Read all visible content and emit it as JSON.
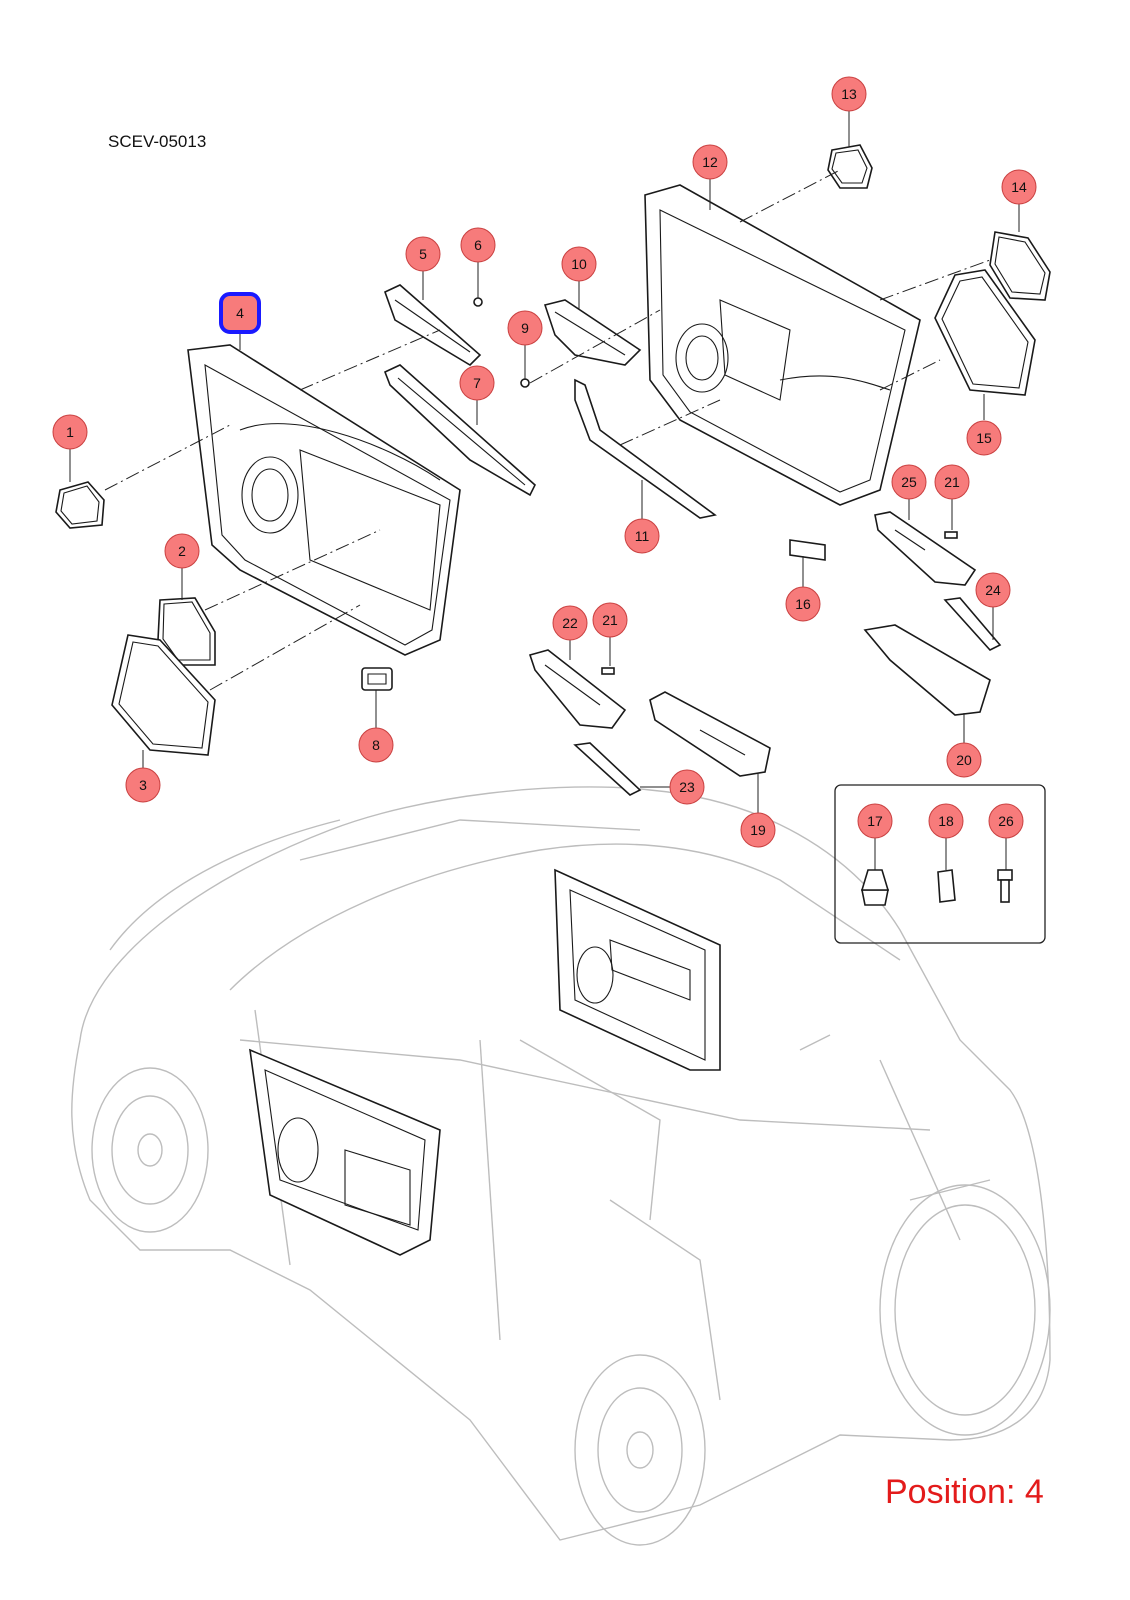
{
  "diagram_code": "SCEV-05013",
  "position_label": "Position: 4",
  "highlighted_callout": "4",
  "colors": {
    "callout_fill": "#f77b7b",
    "callout_stroke": "#c94040",
    "highlight_stroke": "#1a1aff",
    "position_text": "#e31b1b",
    "car_outline": "#bdbdbd"
  },
  "callouts": [
    {
      "id": "1",
      "label": "1"
    },
    {
      "id": "2",
      "label": "2"
    },
    {
      "id": "3",
      "label": "3"
    },
    {
      "id": "4",
      "label": "4"
    },
    {
      "id": "5",
      "label": "5"
    },
    {
      "id": "6",
      "label": "6"
    },
    {
      "id": "7",
      "label": "7"
    },
    {
      "id": "8",
      "label": "8"
    },
    {
      "id": "9",
      "label": "9"
    },
    {
      "id": "10",
      "label": "10"
    },
    {
      "id": "11",
      "label": "11"
    },
    {
      "id": "12",
      "label": "12"
    },
    {
      "id": "13",
      "label": "13"
    },
    {
      "id": "14",
      "label": "14"
    },
    {
      "id": "15",
      "label": "15"
    },
    {
      "id": "16",
      "label": "16"
    },
    {
      "id": "17",
      "label": "17"
    },
    {
      "id": "18",
      "label": "18"
    },
    {
      "id": "19",
      "label": "19"
    },
    {
      "id": "20",
      "label": "20"
    },
    {
      "id": "21a",
      "label": "21"
    },
    {
      "id": "21b",
      "label": "21"
    },
    {
      "id": "22",
      "label": "22"
    },
    {
      "id": "23",
      "label": "23"
    },
    {
      "id": "24",
      "label": "24"
    },
    {
      "id": "25",
      "label": "25"
    },
    {
      "id": "26",
      "label": "26"
    }
  ]
}
